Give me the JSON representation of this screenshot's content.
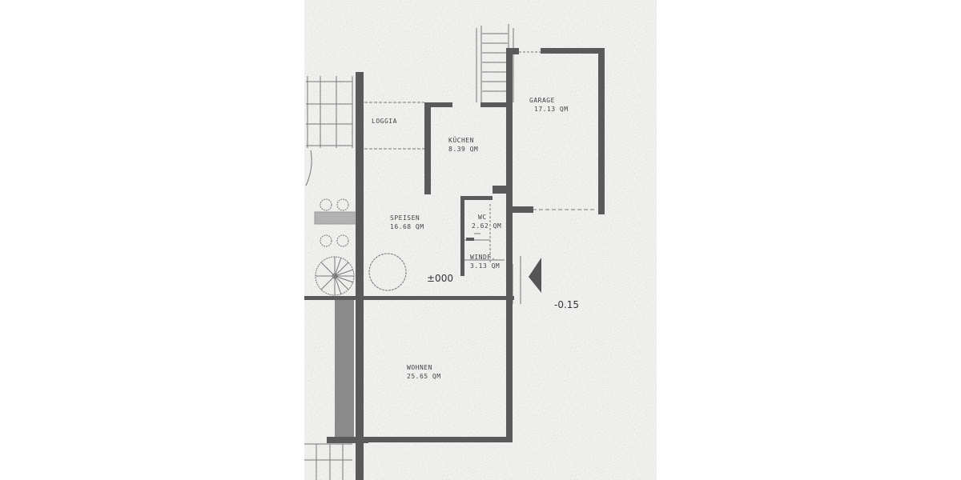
{
  "floorplan": {
    "colors": {
      "paper": "#f7f7f5",
      "wall": "#5a5a5a",
      "thin_line": "#777777",
      "text": "#444444"
    },
    "rooms": [
      {
        "id": "garage",
        "name": "GARAGE",
        "area": "17.13 QM"
      },
      {
        "id": "loggia",
        "name": "LOGGIA",
        "area": ""
      },
      {
        "id": "kuechen",
        "name": "KÜCHEN",
        "area": "8.39 QM"
      },
      {
        "id": "speisen",
        "name": "SPEISEN",
        "area": "16.68 QM"
      },
      {
        "id": "wc",
        "name": "WC",
        "area": "2.62 QM"
      },
      {
        "id": "windfang",
        "name": "WINDF.",
        "area": "3.13 QM"
      },
      {
        "id": "wohnen",
        "name": "WOHNEN",
        "area": "25.65 QM"
      }
    ],
    "levels": {
      "floor": "±000",
      "entrance": "-0.15"
    },
    "symbols": {
      "entrance_arrow": "triangle-left",
      "spiral_stair": "spiral-staircase",
      "stove": "four-burner-cooktop",
      "table": "round-table",
      "stairs_top": "straight-stair"
    }
  }
}
